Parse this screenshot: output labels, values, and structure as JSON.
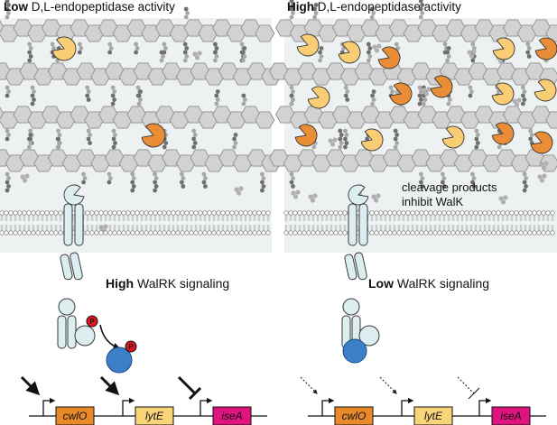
{
  "panels": {
    "left": {
      "title_bold": "Low",
      "title_rest": " D,L-endopeptidase activity",
      "signal_bold": "High",
      "signal_rest": " WalRK signaling",
      "phospho_label": "P"
    },
    "right": {
      "title_bold": "High",
      "title_rest": " D,L-endopeptidase activity",
      "signal_bold": "Low",
      "signal_rest": " WalRK signaling",
      "note_line1": "cleavage products",
      "note_line2": "inhibit WalK"
    }
  },
  "genes": [
    "cwlO",
    "lytE",
    "iseA"
  ],
  "colors": {
    "glycan_fill": "#d2d2d2",
    "glycan_stroke": "#8f8f8f",
    "band": "#eef1f1",
    "enzyme_light": "#f8cd74",
    "enzyme_dark": "#e98d37",
    "protein_fill": "#dceef0",
    "protein_stroke": "#3a3a3a",
    "walr_blue": "#3d7fc6",
    "phospho_red": "#e3141c",
    "gene_cwlO": "#e98a2a",
    "gene_lytE": "#f9d57a",
    "gene_iseA": "#e0147e"
  }
}
